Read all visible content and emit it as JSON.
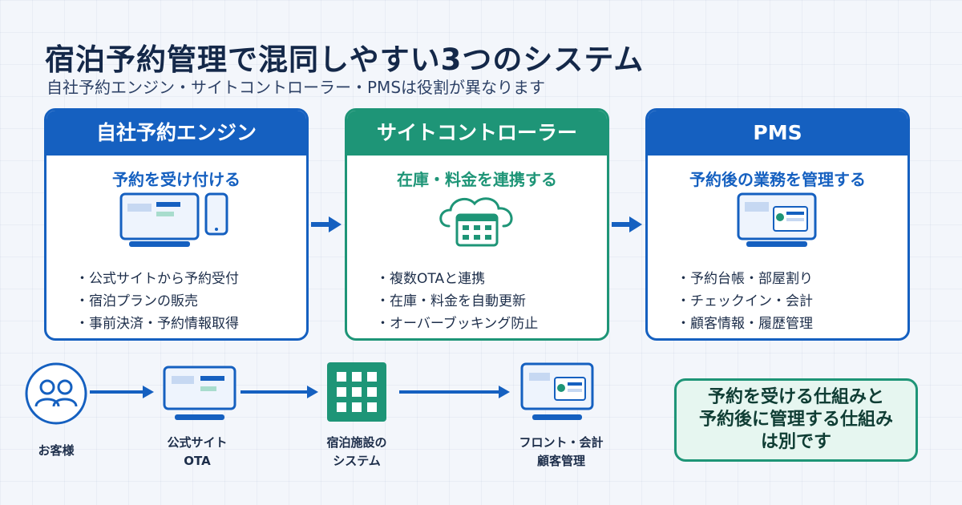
{
  "header": {
    "title": "宿泊予約管理で混同しやすい3つのシステム",
    "subtitle": "自社予約エンジン・サイトコントローラー・PMSは役割が異なります"
  },
  "cards": [
    {
      "title": "自社予約エンジン",
      "subtitle": "予約を受け付ける",
      "items": [
        "公式サイトから予約受付",
        "宿泊プランの販売",
        "事前決済・予約情報取得"
      ],
      "color": "#1560c0"
    },
    {
      "title": "サイトコントローラー",
      "subtitle": "在庫・料金を連携する",
      "items": [
        "複数OTAと連携",
        "在庫・料金を自動更新",
        "オーバーブッキング防止"
      ],
      "color": "#1e9577"
    },
    {
      "title": "PMS",
      "subtitle": "予約後の業務を管理する",
      "items": [
        "予約台帳・部屋割り",
        "チェックイン・会計",
        "顧客情報・履歴管理"
      ],
      "color": "#1560c0"
    }
  ],
  "flow": {
    "guest": "お客様",
    "site": {
      "line1": "公式サイト",
      "line2": "OTA"
    },
    "hotel": {
      "line1": "宿泊施設の",
      "line2": "システム"
    },
    "front": {
      "line1": "フロント・会計",
      "line2": "顧客管理"
    }
  },
  "callout": {
    "text": "予約を受ける仕組みと\n予約後に管理する仕組み\nは別です"
  },
  "colors": {
    "primary_blue": "#1560c0",
    "primary_green": "#1e9577",
    "callout_bg": "#e6f6f0",
    "title": "#142849"
  },
  "icons": {
    "card1": "pc-and-smartphone-icon",
    "card2": "cloud-calendar-icon",
    "card3": "monitor-dashboard-icon",
    "guest": "users-icon",
    "site": "website-monitor-icon",
    "hotel": "grid-system-icon",
    "front": "monitor-dashboard-icon"
  }
}
